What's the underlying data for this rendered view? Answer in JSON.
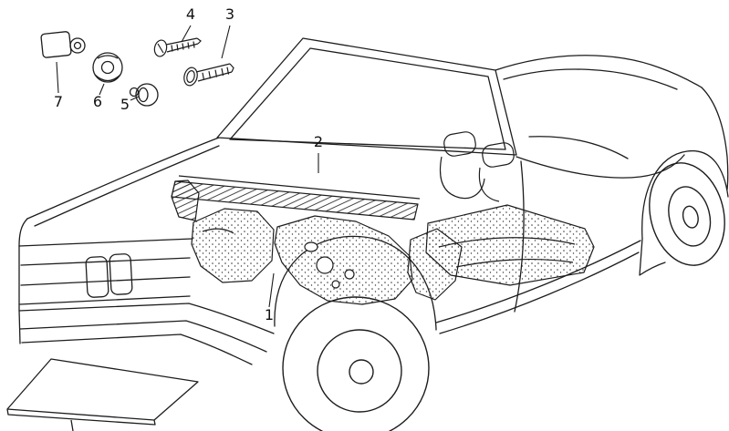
{
  "diagram": {
    "colors": {
      "background": "#ffffff",
      "line": "#1d1d1d"
    },
    "callouts": {
      "c1": "1",
      "c2": "2",
      "c3": "3",
      "c4": "4",
      "c5": "5",
      "c6": "6",
      "c7": "7"
    }
  }
}
